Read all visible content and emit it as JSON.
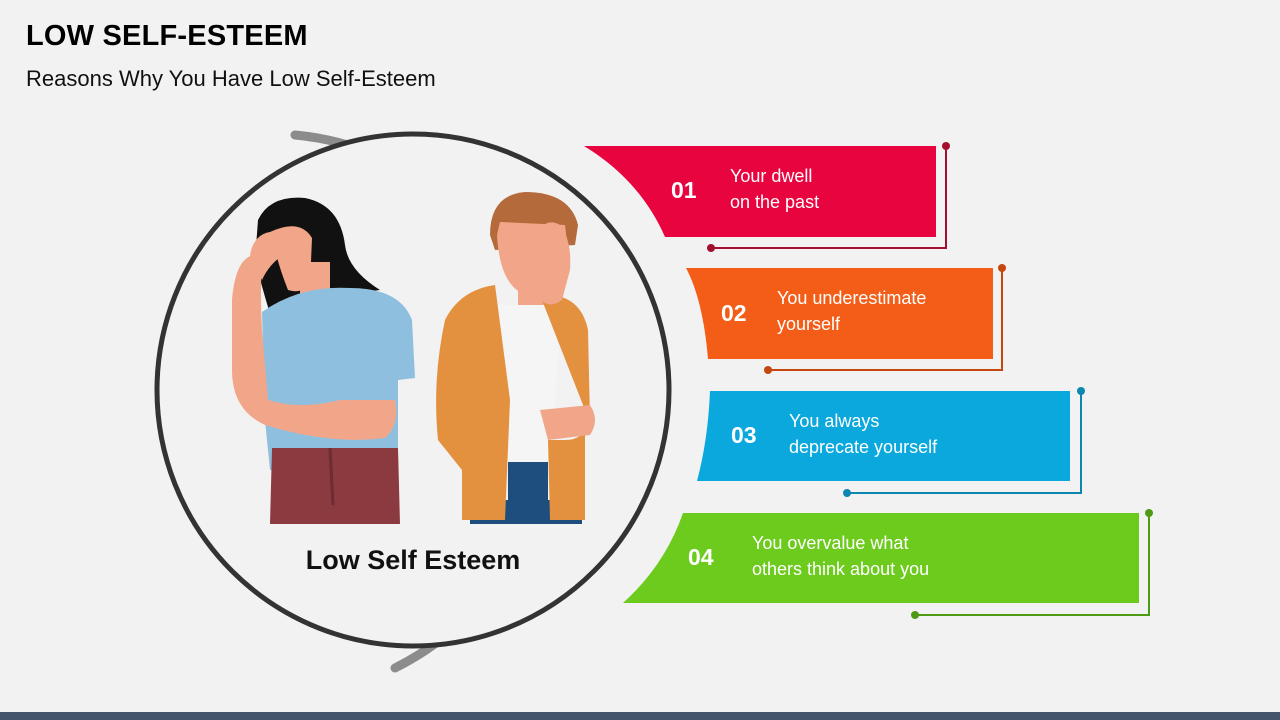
{
  "slide": {
    "title": "LOW SELF-ESTEEM",
    "subtitle": "Reasons Why You Have Low Self-Esteem",
    "caption": "Low Self Esteem"
  },
  "reasons": [
    {
      "number": "01",
      "text": "Your dwell\non the past",
      "color": "#e8043e"
    },
    {
      "number": "02",
      "text": "You underestimate\nyourself",
      "color": "#f45d17"
    },
    {
      "number": "03",
      "text": "You always\ndeprecate yourself",
      "color": "#0aa8dc"
    },
    {
      "number": "04",
      "text": "You overvalue  what\nothers think about you",
      "color": "#6dcb1d"
    }
  ],
  "colors": {
    "background": "#f2f2f2",
    "ring": "#333333",
    "arc": "#8c8c8c",
    "bottom_bar": "#44546a"
  },
  "illustration": {
    "figures": [
      "woman-facepalm-icon",
      "man-facepalm-icon"
    ]
  }
}
